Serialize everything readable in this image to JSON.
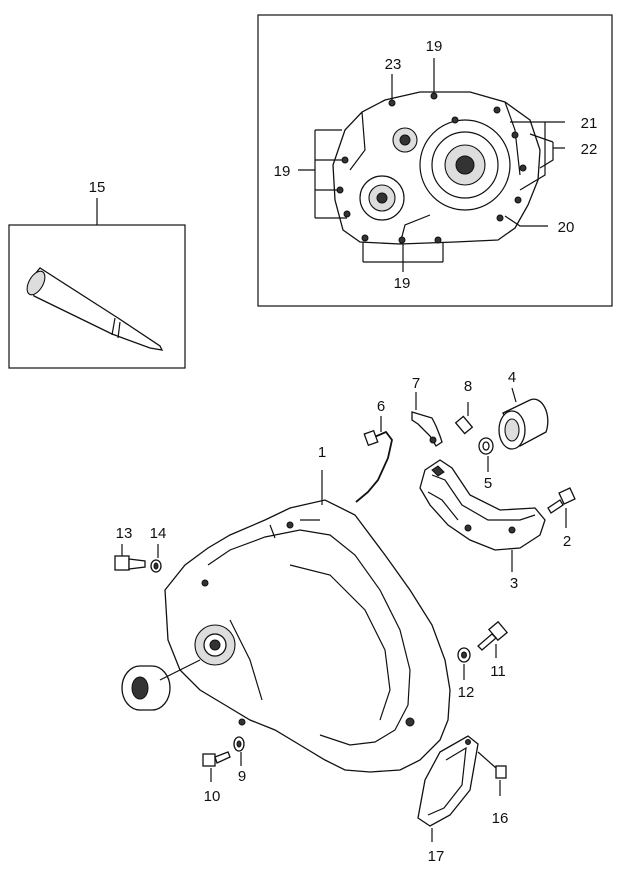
{
  "callouts": {
    "c1": "1",
    "c2": "2",
    "c3": "3",
    "c4": "4",
    "c5": "5",
    "c6": "6",
    "c7": "7",
    "c8": "8",
    "c9": "9",
    "c10": "10",
    "c11": "11",
    "c12": "12",
    "c13": "13",
    "c14": "14",
    "c15": "15",
    "c16": "16",
    "c17": "17",
    "c19a": "19",
    "c19b": "19",
    "c19c": "19",
    "c20": "20",
    "c21": "21",
    "c22": "22",
    "c23": "23"
  }
}
